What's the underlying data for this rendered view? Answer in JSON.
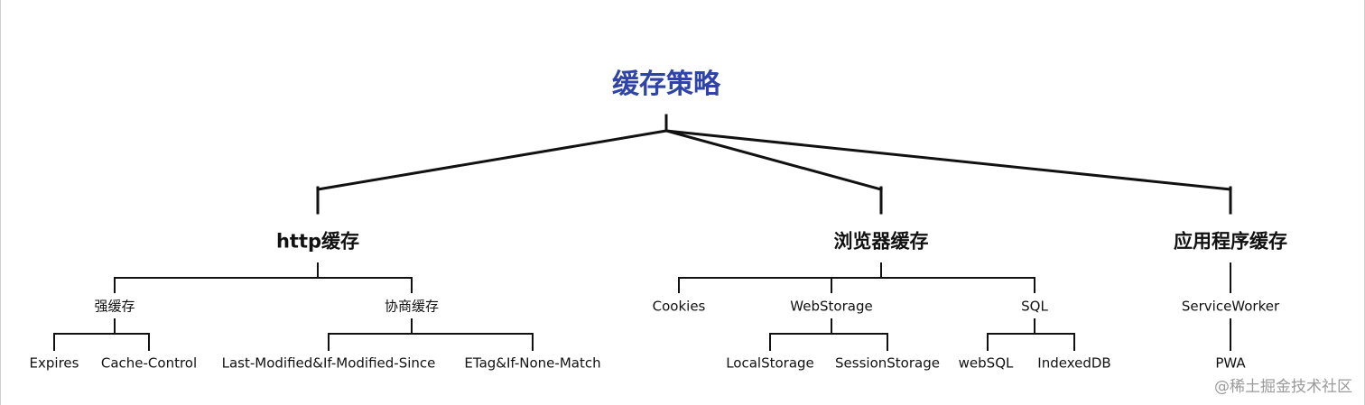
{
  "diagram": {
    "root": "缓存策略",
    "http": {
      "title": "http缓存",
      "strong": {
        "title": "强缓存",
        "leaves": [
          "Expires",
          "Cache-Control"
        ]
      },
      "negotiated": {
        "title": "协商缓存",
        "leaves": [
          "Last-Modified&If-Modified-Since",
          "ETag&If-None-Match"
        ]
      }
    },
    "browser": {
      "title": "浏览器缓存",
      "cookies": "Cookies",
      "webstorage": {
        "title": "WebStorage",
        "leaves": [
          "LocalStorage",
          "SessionStorage"
        ]
      },
      "sql": {
        "title": "SQL",
        "leaves": [
          "webSQL",
          "IndexedDB"
        ]
      }
    },
    "app": {
      "title": "应用程序缓存",
      "serviceworker": "ServiceWorker",
      "pwa": "PWA"
    }
  },
  "watermark": "@稀土掘金技术社区",
  "colors": {
    "root_text": "#2f44a8",
    "lines": "#111111",
    "text": "#111111",
    "watermark": "#9a9a9a"
  }
}
